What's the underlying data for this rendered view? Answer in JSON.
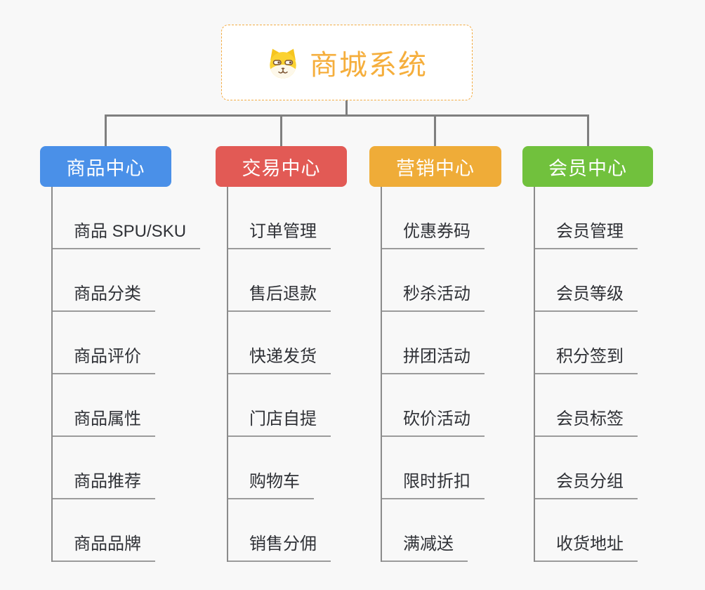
{
  "page": {
    "background": "#f8f8f8",
    "connector_color": "#7f7f7f"
  },
  "root": {
    "title": "商城系统",
    "icon": "dog-face-icon",
    "text_color": "#f5ae3c",
    "border_color": "#f3ac44"
  },
  "branches": [
    {
      "label": "商品中心",
      "color": "#4a90e8",
      "children": [
        "商品 SPU/SKU",
        "商品分类",
        "商品评价",
        "商品属性",
        "商品推荐",
        "商品品牌"
      ]
    },
    {
      "label": "交易中心",
      "color": "#e25a55",
      "children": [
        "订单管理",
        "售后退款",
        "快递发货",
        "门店自提",
        "购物车",
        "销售分佣"
      ]
    },
    {
      "label": "营销中心",
      "color": "#efac38",
      "children": [
        "优惠券码",
        "秒杀活动",
        "拼团活动",
        "砍价活动",
        "限时折扣",
        "满减送"
      ]
    },
    {
      "label": "会员中心",
      "color": "#71c13d",
      "children": [
        "会员管理",
        "会员等级",
        "积分签到",
        "会员标签",
        "会员分组",
        "收货地址"
      ]
    }
  ]
}
